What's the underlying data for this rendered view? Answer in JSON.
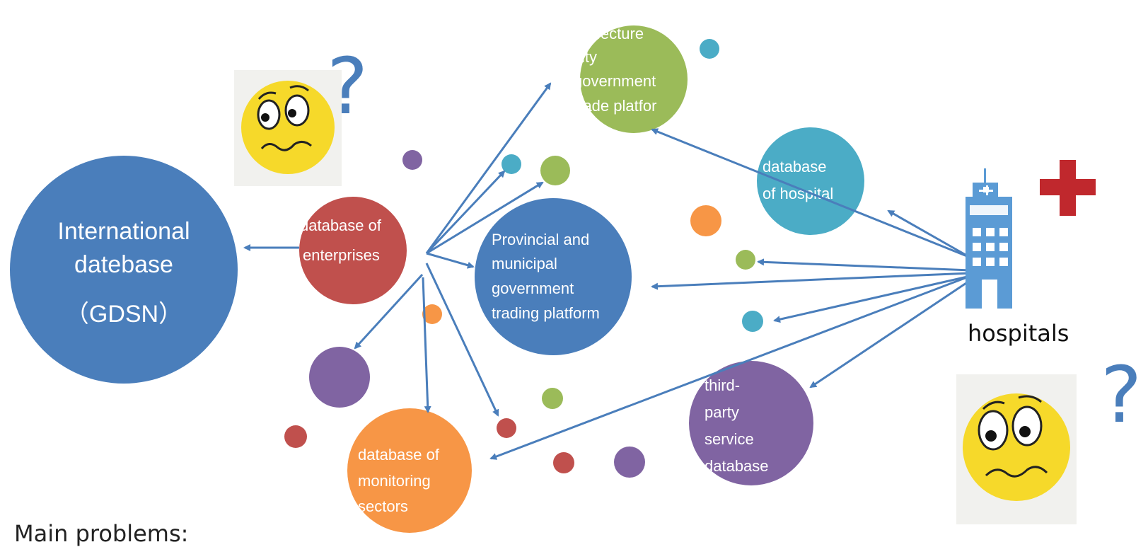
{
  "colors": {
    "arrow": "#4a7ebb",
    "blue": "#4a7ebb",
    "red": "#c0504d",
    "green": "#9bbb59",
    "teal": "#4bacc6",
    "orange": "#f79646",
    "purple": "#8064a2",
    "hospital_blue": "#5b9bd5",
    "cross_red": "#c0282d",
    "emoji_yellow": "#f6d92a"
  },
  "nodes": {
    "international": {
      "line1": "International",
      "line2": "datebase",
      "line3": "（GDSN）"
    },
    "enterprises": {
      "line1": "database of",
      "line2": "enterprises"
    },
    "prefecture": {
      "line1": "prefecture",
      "line2": "city",
      "line3": "government",
      "line4": "trade platfor"
    },
    "hospital_db": {
      "line1": "database",
      "line2": "of hospital"
    },
    "provincial": {
      "line1": "Provincial and",
      "line2": "municipal",
      "line3": "government",
      "line4": "trading platform"
    },
    "monitoring": {
      "line1": "database of",
      "line2": "monitoring",
      "line3": "sectors"
    },
    "third_party": {
      "line1": "third-",
      "line2": "party",
      "line3": "service",
      "line4": "database"
    }
  },
  "hospitals_label": "hospitals",
  "question_mark": "?",
  "footer_text": "Main problems:"
}
